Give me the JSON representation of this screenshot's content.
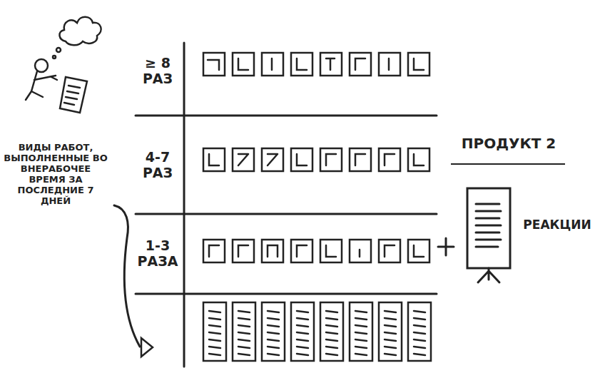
{
  "diagram": {
    "labels": [
      "≥ 8 РАЗ",
      "4-7 РАЗ",
      "1-3 РАЗА",
      "ВИДЫ РАБОТ, ВЫПОЛНЕННЫЕ ВО ВНЕРАБОЧЕЕ ВРЕМЯ ЗА ПОСЛЕДНИЕ 7 ДНЕЙ",
      "ПРОДУКТ 2",
      "РЕАКЦИИ"
    ]
  }
}
